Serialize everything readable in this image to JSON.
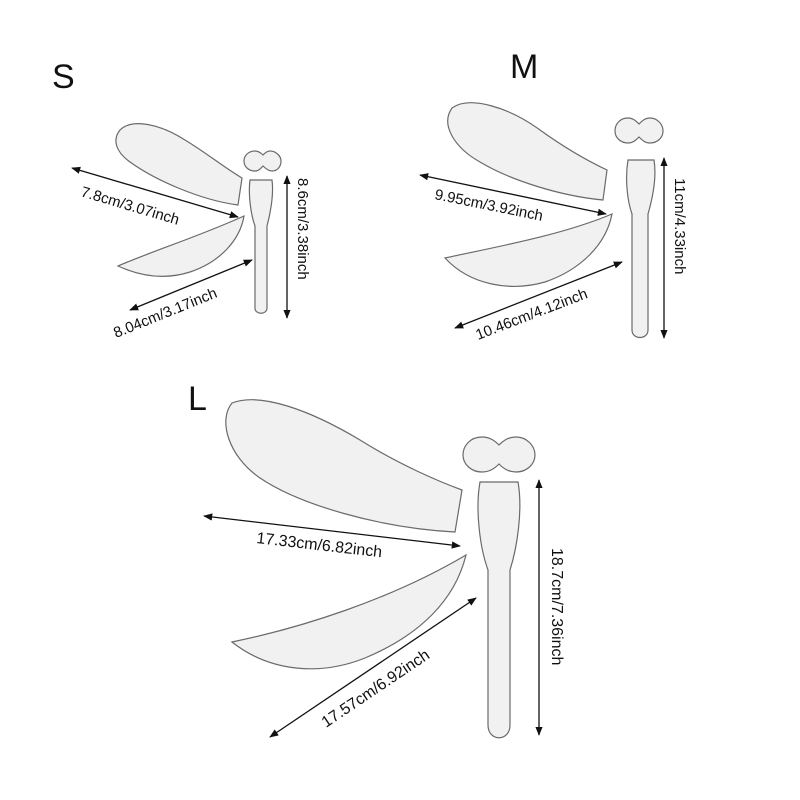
{
  "sizes": {
    "s": {
      "label": "S",
      "upper_wing": "7.8cm/3.07inch",
      "lower_wing": "8.04cm/3.17inch",
      "body": "8.6cm/3.38inch"
    },
    "m": {
      "label": "M",
      "upper_wing": "9.95cm/3.92inch",
      "lower_wing": "10.46cm/4.12inch",
      "body": "11cm/4.33inch"
    },
    "l": {
      "label": "L",
      "upper_wing": "17.33cm/6.82inch",
      "lower_wing": "17.57cm/6.92inch",
      "body": "18.7cm/7.36inch"
    }
  },
  "colors": {
    "piece_fill": "#f1f1f1",
    "piece_stroke": "#6a6a6a",
    "text": "#111111"
  }
}
